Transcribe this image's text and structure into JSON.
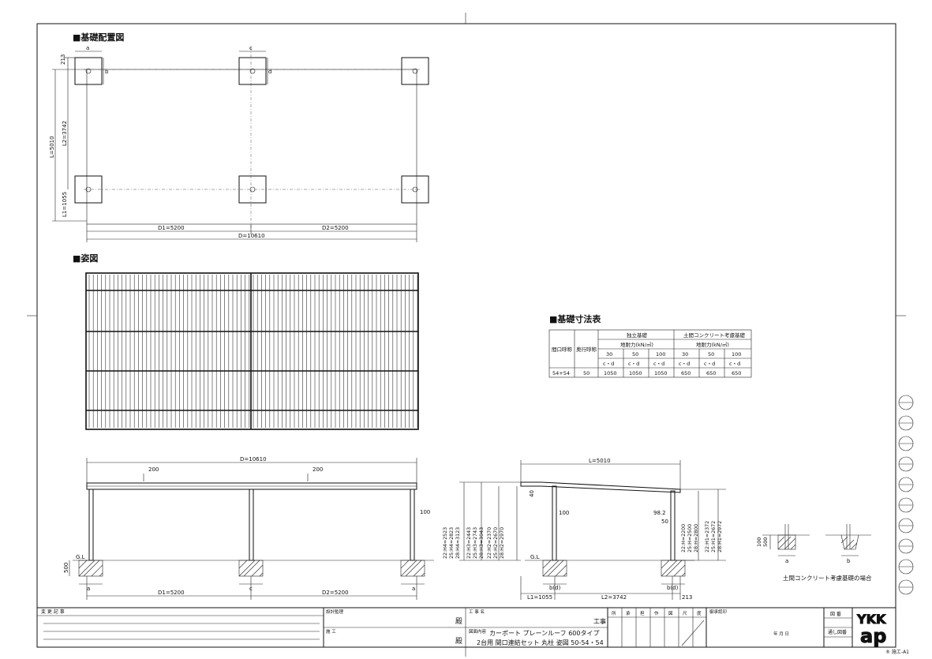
{
  "sections": {
    "layout_title": "■基礎配置図",
    "view_title": "■姿図",
    "table_title": "■基礎寸法表"
  },
  "plan": {
    "a": "a",
    "b": "b",
    "c": "c",
    "d": "d",
    "dim_213": "213",
    "L": "L=5010",
    "L2": "L2=3742",
    "L1": "L1=1055",
    "D1": "D1=5200",
    "D2": "D2=5200",
    "D": "D=10610"
  },
  "front": {
    "D": "D=10610",
    "d200_1": "200",
    "d200_2": "200",
    "d100": "100",
    "gl": "G.L",
    "d500": "500",
    "a1": "a",
    "c": "c",
    "a2": "a",
    "D1": "D1=5200",
    "D2": "D2=5200"
  },
  "side": {
    "L": "L=5010",
    "d40": "40",
    "d100": "100",
    "d98": "98.2",
    "d50": "50",
    "gl": "G.L",
    "L1": "L1=1055",
    "L2": "L2=3742",
    "d213": "213",
    "b_d_1": "b(d)",
    "b_d_2": "b(d)",
    "left_dims": [
      "22:H4=2523",
      "25:H4=2823",
      "28:H4=3123",
      "22:H3=2443",
      "25:H3=2743",
      "28:H3=3043",
      "22:H2=2370",
      "25:H2=2670",
      "28:H2=2970"
    ],
    "right_dims": [
      "22:H=2200",
      "25:H=2500",
      "28:H=2800",
      "22:H1=2372",
      "25:H1=2672",
      "28:H1=2972"
    ]
  },
  "detail": {
    "d100": "100",
    "d500": "500",
    "a": "a",
    "b": "b",
    "caption": "土間コンクリート考慮基礎の場合"
  },
  "table": {
    "h_maguchi": "間口呼称",
    "h_okuyuki": "奥行呼称",
    "h_dokuritsu": "独立基礎",
    "h_doma": "土間コンクリート考慮基礎",
    "h_tainai1": "地耐力(kN/㎡)",
    "h_tainai2": "地耐力(kN/㎡)",
    "cols": [
      "30",
      "50",
      "100",
      "30",
      "50",
      "100"
    ],
    "sub": [
      "c・d",
      "c・d",
      "c・d",
      "c・d",
      "c・d",
      "c・d"
    ],
    "row": {
      "maguchi": "54+54",
      "okuyuki": "50",
      "values": [
        "1050",
        "1050",
        "1050",
        "650",
        "650",
        "650"
      ]
    }
  },
  "titleblock": {
    "henko": "変 更 記 事",
    "sekkei": "設計監理",
    "dono1": "殿",
    "seko": "施 工",
    "dono2": "殿",
    "koji_label": "工 事 名",
    "koji": "工事",
    "zumen_label": "図面内容",
    "line1": "カーポート プレーンルーフ 600タイプ",
    "line2": "2台用 間口連結セット 丸柱 姿図 50-54・54",
    "cols": [
      "所",
      "承",
      "担",
      "作",
      "図",
      "尺",
      "度"
    ],
    "gomei": "御承認印",
    "date": "年    月    日",
    "zuban": "図 番",
    "tsushi": "通し図番",
    "logo1": "YKK",
    "logo2": "ap",
    "code": "® 施エ-A1"
  }
}
